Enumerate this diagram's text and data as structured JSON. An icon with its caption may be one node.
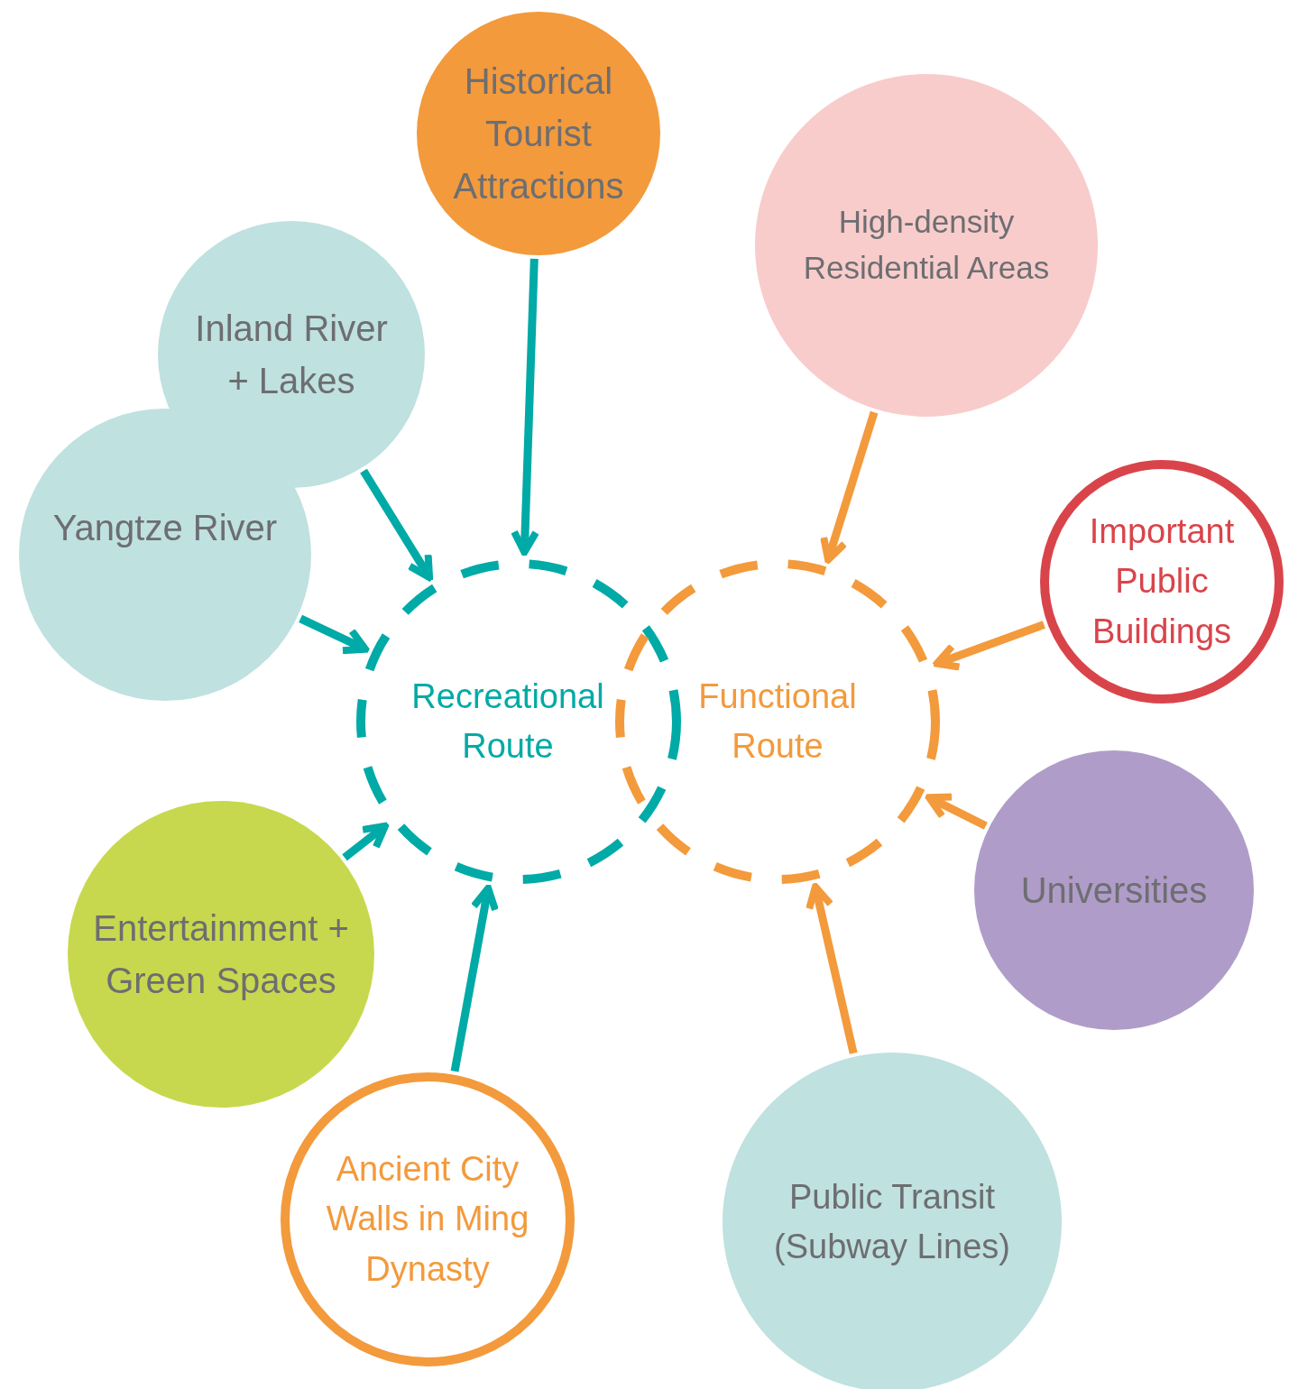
{
  "diagram": {
    "nodes": [
      {
        "text": [
          "Recreational Route"
        ]
      },
      {
        "text": [
          "Functional Route"
        ]
      },
      {
        "text": [
          "Historical Tourist Attractions"
        ]
      },
      {
        "text": [
          "High-density Residential Areas"
        ]
      },
      {
        "text": [
          "Inland River + Lakes"
        ]
      },
      {
        "text": [
          "Yangtze River"
        ]
      },
      {
        "text": [
          "Important Public Buildings"
        ]
      },
      {
        "text": [
          "Universities"
        ]
      },
      {
        "text": [
          "Entertainment + Green Spaces"
        ]
      },
      {
        "text": [
          "Ancient City Walls in Ming Dynasty"
        ]
      },
      {
        "text": [
          "Public Transit (Subway Lines)"
        ]
      }
    ],
    "edges": [
      {
        "from": 2,
        "to": 0,
        "arrow": "to"
      },
      {
        "from": 4,
        "to": 0,
        "arrow": "to"
      },
      {
        "from": 5,
        "to": 0,
        "arrow": "to"
      },
      {
        "from": 8,
        "to": 0,
        "arrow": "to"
      },
      {
        "from": 9,
        "to": 0,
        "arrow": "to"
      },
      {
        "from": 3,
        "to": 1,
        "arrow": "to",
        "color": "#f39a3c"
      },
      {
        "from": 6,
        "to": 1,
        "arrow": "to",
        "color": "#f39a3c"
      },
      {
        "from": 7,
        "to": 1,
        "arrow": "to",
        "color": "#f39a3c"
      },
      {
        "from": 10,
        "to": 1,
        "arrow": "to",
        "color": "#f39a3c"
      }
    ]
  }
}
